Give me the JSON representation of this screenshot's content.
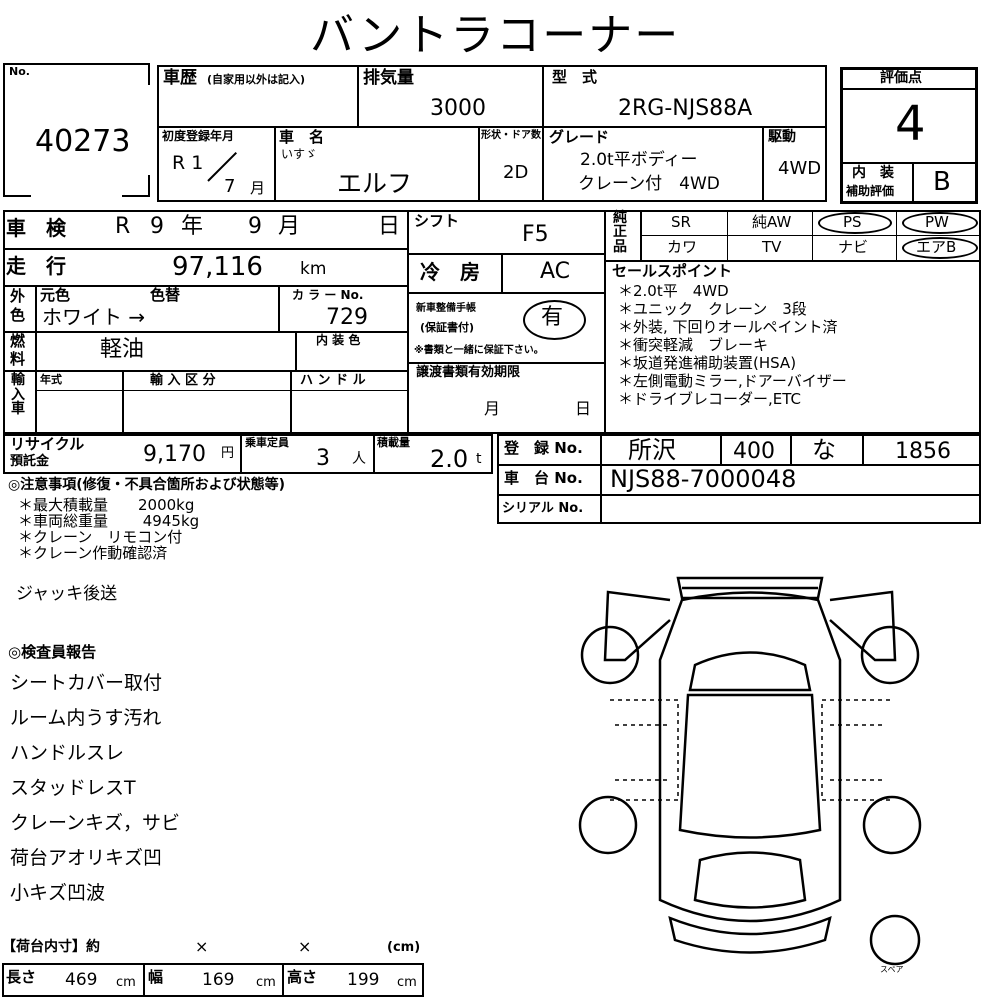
{
  "title": "バントラコーナー",
  "lot": {
    "label": "No.",
    "number": "40273"
  },
  "history": {
    "label": "車歴",
    "note": "(自家用以外は記入)"
  },
  "displacement": {
    "label": "排気量",
    "value": "3000"
  },
  "model": {
    "label": "型　式",
    "value": "2RG-NJS88A"
  },
  "score": {
    "label": "評価点",
    "value": "4",
    "interior_label_1": "内　装",
    "interior_label_2": "補助評価",
    "interior_value": "B"
  },
  "first_reg": {
    "label": "初度登録年月",
    "era": "R 1",
    "month": "7",
    "month_unit": "月"
  },
  "car_name": {
    "label": "車　名",
    "maker": "いすゞ",
    "value": "エルフ"
  },
  "body": {
    "label": "形状・ドア数",
    "value": "2D"
  },
  "grade": {
    "label": "グレード",
    "line1": "2.0t平ボディー",
    "line2": "クレーン付　4WD"
  },
  "drive": {
    "label": "駆動",
    "value": "4WD"
  },
  "inspection": {
    "label": "車　検",
    "era": "R",
    "year": "9",
    "year_unit": "年",
    "month": "9",
    "month_unit": "月",
    "day_unit": "日"
  },
  "shift": {
    "label": "シフト",
    "value": "F5"
  },
  "mileage": {
    "label": "走　行",
    "value": "97,116",
    "unit": "km"
  },
  "aircon": {
    "label": "冷　房",
    "value": "AC"
  },
  "color": {
    "side_label_1": "外",
    "side_label_2": "色",
    "original_label": "元色",
    "change_label": "色替",
    "value": "ホワイト →",
    "code_label": "カ ラ ー No.",
    "code": "729",
    "interior_color_label": "内 装 色"
  },
  "fuel": {
    "side_label_1": "燃",
    "side_label_2": "料",
    "value": "軽油"
  },
  "manual": {
    "label_1": "新車整備手帳",
    "label_2": "(保証書付)",
    "value": "有",
    "note": "※書類と一緒に保証下さい。"
  },
  "import": {
    "side_label": "輸入車",
    "year_label": "年式",
    "class_label": "輸 入 区 分",
    "handle_label": "ハ ン ド ル"
  },
  "transfer": {
    "label": "譲渡書類有効期限",
    "month_unit": "月",
    "day_unit": "日"
  },
  "equipment": {
    "side_label_1": "純",
    "side_label_2": "正",
    "side_label_3": "品",
    "row1": [
      "SR",
      "純AW",
      "PS",
      "PW"
    ],
    "row2": [
      "カワ",
      "TV",
      "ナビ",
      "エアB"
    ]
  },
  "sales_points": {
    "label": "セールスポイント",
    "items": [
      "＊2.0t平　4WD",
      "＊ユニック　クレーン　3段",
      "＊外装, 下回りオールペイント済",
      "＊衝突軽減　ブレーキ",
      "＊坂道発進補助装置(HSA)",
      "＊左側電動ミラー,ドアーバイザー",
      "＊ドライブレコーダー,ETC"
    ]
  },
  "recycle": {
    "label_1": "リサイクル",
    "label_2": "預託金",
    "value": "9,170",
    "unit": "円"
  },
  "capacity": {
    "label": "乗車定員",
    "value": "3",
    "unit": "人"
  },
  "load": {
    "label": "積載量",
    "value": "2.0",
    "unit": "t"
  },
  "registration": {
    "label": "登　録 No.",
    "area": "所沢",
    "class": "400",
    "kana": "な",
    "number": "1856"
  },
  "chassis": {
    "label": "車　台 No.",
    "value": "NJS88-7000048"
  },
  "serial": {
    "label": "シリアル No."
  },
  "notes": {
    "label": "◎注意事項(修復・不具合箇所および状態等)",
    "items": [
      "＊最大積載量　　2000kg",
      "＊車両総重量　　 4945kg",
      "＊クレーン　リモコン付",
      "＊クレーン作動確認済"
    ],
    "extra": "ジャッキ後送"
  },
  "inspector": {
    "label": "◎検査員報告",
    "items": [
      "シートカバー取付",
      "ルーム内うす汚れ",
      "ハンドルスレ",
      "スタッドレスT",
      "クレーンキズ，サビ",
      "荷台アオリキズ凹",
      "小キズ凹波"
    ]
  },
  "bed": {
    "label": "【荷台内寸】約",
    "x1": "×",
    "x2": "×",
    "unit": "(cm)",
    "length_label": "長さ",
    "length": "469",
    "width_label": "幅",
    "width": "169",
    "height_label": "高さ",
    "height": "199",
    "cm": "cm"
  },
  "diagram": {
    "spare_label": "スペア"
  }
}
